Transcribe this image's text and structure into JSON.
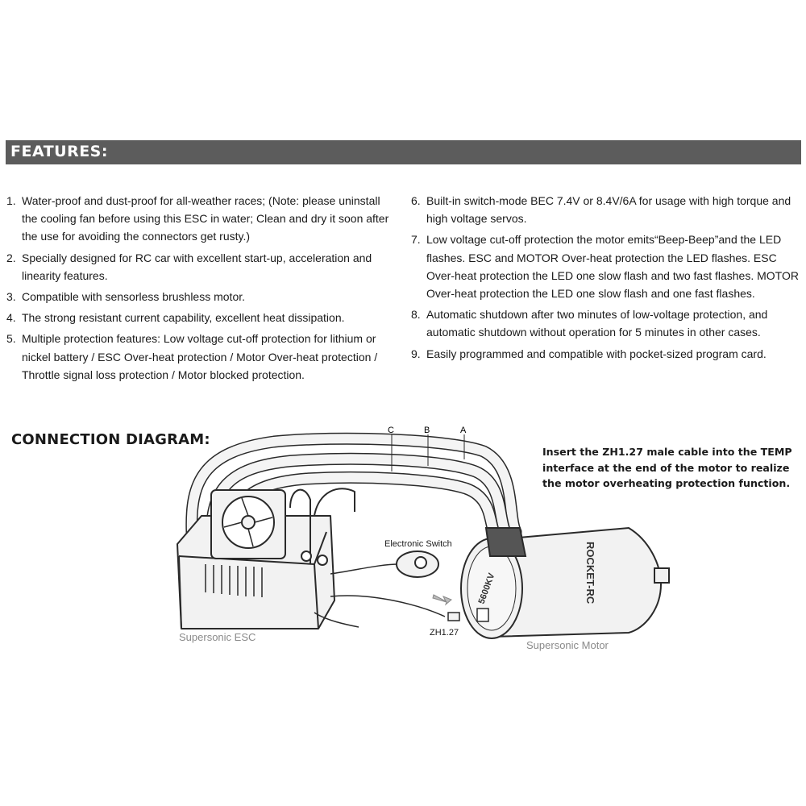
{
  "features": {
    "heading": "FEATURES:",
    "left": [
      {
        "num": "1.",
        "text": "Water-proof and dust-proof for all-weather races;   (Note: please uninstall the cooling fan before using this ESC in water; Clean and dry it soon after the use for avoiding the connectors get rusty.)"
      },
      {
        "num": "2.",
        "text": "Specially designed for RC car with excellent start-up, acceleration and linearity features."
      },
      {
        "num": "3.",
        "text": "Compatible with sensorless brushless motor."
      },
      {
        "num": "4.",
        "text": "The strong resistant current capability, excellent heat dissipation."
      },
      {
        "num": "5.",
        "text": "Multiple protection features: Low voltage cut-off protection for lithium or nickel battery / ESC Over-heat protection / Motor Over-heat protection / Throttle signal loss protection / Motor blocked protection."
      }
    ],
    "right": [
      {
        "num": "6.",
        "text": "Built-in switch-mode BEC 7.4V or 8.4V/6A for usage with high torque and high voltage servos."
      },
      {
        "num": "7.",
        "text": "Low voltage cut-off protection the motor emits“Beep-Beep”and the LED flashes. ESC and MOTOR  Over-heat protection the LED flashes. ESC Over-heat protection the LED one slow flash and two fast flashes. MOTOR  Over-heat protection the LED one slow flash and one fast flashes."
      },
      {
        "num": "8.",
        "text": "Automatic shutdown after two minutes of low-voltage protection, and automatic shutdown without operation for 5 minutes in other cases."
      },
      {
        "num": "9.",
        "text": "Easily programmed and compatible with pocket-sized program card."
      }
    ]
  },
  "connection": {
    "heading": "CONNECTION DIAGRAM:",
    "note": "Insert the ZH1.27 male cable into the TEMP interface at the end of the motor to realize the motor overheating protection function.",
    "wire_labels": {
      "a": "A",
      "b": "B",
      "c": "C"
    },
    "switch_label": "Electronic Switch",
    "connector_label": "ZH1.27",
    "esc_label": "Supersonic ESC",
    "motor_label": "Supersonic  Motor",
    "motor_brand": "ROCKET-RC",
    "motor_kv": "5600KV"
  },
  "colors": {
    "banner": "#5c5c5c",
    "line": "#2a2a2a",
    "body_fill": "#f2f2f2",
    "caption": "#8a8a8a"
  }
}
